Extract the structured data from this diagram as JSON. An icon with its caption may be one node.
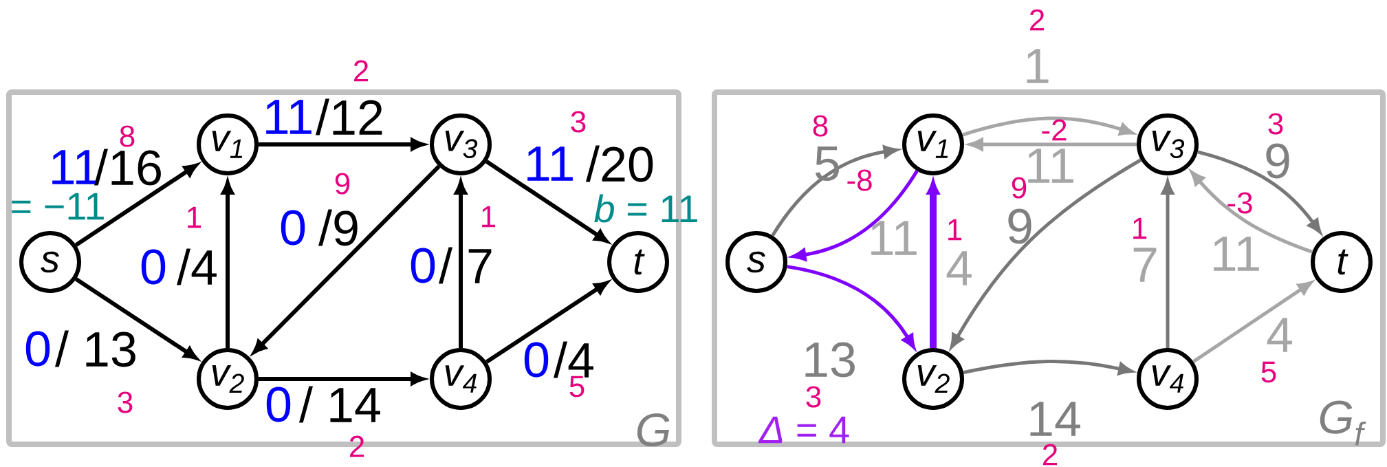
{
  "diagram": {
    "nodes": [
      {
        "text": [
          "G"
        ]
      },
      {
        "text": [
          "s"
        ],
        "in": 0,
        "beside": [
          "= −11"
        ]
      },
      {
        "text": [
          "v$_{1}$"
        ],
        "in": 0
      },
      {
        "text": [
          "v$_{2}$"
        ],
        "in": 0
      },
      {
        "text": [
          "v$_{3}$"
        ],
        "in": 0
      },
      {
        "text": [
          "v$_{4}$"
        ],
        "in": 0
      },
      {
        "text": [
          "t"
        ],
        "in": 0,
        "beside": [
          "*b* = 11"
        ]
      },
      {
        "text": [
          "G$_{f}$"
        ]
      },
      {
        "text": [
          "s"
        ],
        "in": 7
      },
      {
        "text": [
          "v$_{1}$"
        ],
        "in": 7
      },
      {
        "text": [
          "v$_{2}$"
        ],
        "in": 7
      },
      {
        "text": [
          "v$_{3}$"
        ],
        "in": 7
      },
      {
        "text": [
          "v$_{4}$"
        ],
        "in": 7
      },
      {
        "text": [
          "t"
        ],
        "in": 7
      }
    ],
    "edges": [
      {
        "from": 1,
        "to": 2,
        "arrow": "to"
      },
      {
        "from": 1,
        "to": 3,
        "arrow": "to"
      },
      {
        "from": 3,
        "to": 2,
        "arrow": "to"
      },
      {
        "from": 2,
        "to": 4,
        "arrow": "to"
      },
      {
        "from": 4,
        "to": 3,
        "arrow": "to"
      },
      {
        "from": 5,
        "to": 4,
        "arrow": "to"
      },
      {
        "from": 4,
        "to": 6,
        "arrow": "to"
      },
      {
        "from": 3,
        "to": 5,
        "arrow": "to"
      },
      {
        "from": 5,
        "to": 6,
        "arrow": "to"
      },
      {
        "from": 8,
        "to": 9,
        "arrow": "to",
        "label": "5",
        "color": "#777777"
      },
      {
        "from": 9,
        "to": 8,
        "arrow": "to",
        "label": "11",
        "color": "#7f00ff"
      },
      {
        "from": 8,
        "to": 10,
        "arrow": "to",
        "label": "13",
        "color": "#7f00ff"
      },
      {
        "from": 10,
        "to": 9,
        "arrow": "to",
        "label": "4",
        "color": "#7f00ff",
        "style": "thick"
      },
      {
        "from": 9,
        "to": 11,
        "arrow": "to",
        "label": "1",
        "color": "#a6a6a6"
      },
      {
        "from": 11,
        "to": 9,
        "arrow": "to",
        "label": "11",
        "color": "#a6a6a6"
      },
      {
        "from": 11,
        "to": 10,
        "arrow": "to",
        "label": "9",
        "color": "#777777"
      },
      {
        "from": 12,
        "to": 11,
        "arrow": "to",
        "label": "7",
        "color": "#777777"
      },
      {
        "from": 11,
        "to": 13,
        "arrow": "to",
        "label": "9",
        "color": "#777777"
      },
      {
        "from": 13,
        "to": 11,
        "arrow": "to",
        "label": "11",
        "color": "#a6a6a6"
      },
      {
        "from": 10,
        "to": 12,
        "arrow": "to",
        "label": "14",
        "color": "#777777"
      },
      {
        "from": 12,
        "to": 13,
        "arrow": "to",
        "label": "4",
        "color": "#a6a6a6"
      }
    ],
    "labels": [
      "11",
      "/16",
      "8",
      "2",
      "11",
      "/12",
      "3",
      "11",
      "/20",
      "9",
      "0",
      "/9",
      "1",
      "0",
      "/4",
      "1",
      "0",
      "/ 7",
      "0",
      "/ 13",
      "3",
      "0",
      "/ 14",
      "2",
      "0",
      "/4",
      "5",
      "2",
      "8",
      "-2",
      "3",
      "-8",
      "9",
      "-3",
      "1",
      "1",
      "3",
      "5",
      "2",
      "*Δ* = 4"
    ]
  }
}
